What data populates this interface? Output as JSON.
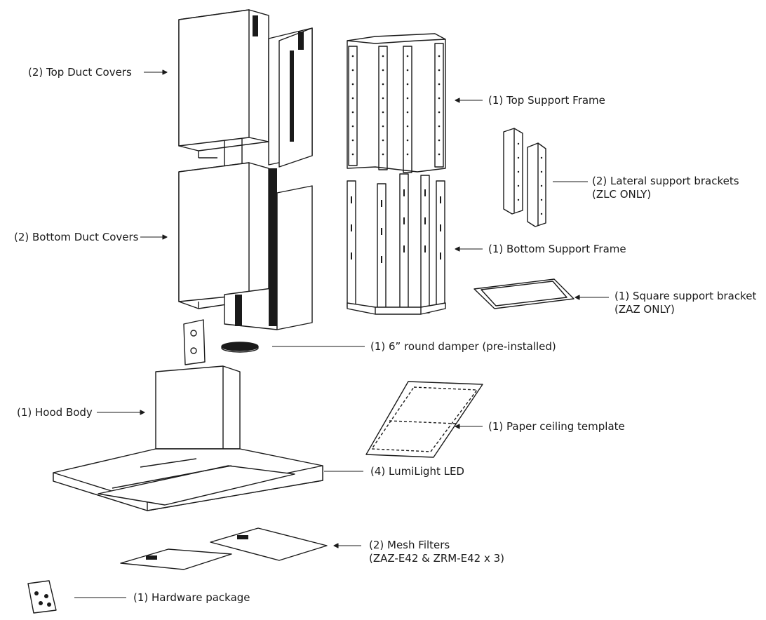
{
  "parts": {
    "top_duct_covers": "(2) Top Duct Covers",
    "top_support_frame": "(1) Top Support Frame",
    "lateral_brackets": {
      "line1": "(2) Lateral support brackets",
      "line2": "(ZLC ONLY)"
    },
    "bottom_duct_covers": "(2) Bottom Duct Covers",
    "bottom_support_frame": "(1) Bottom Support Frame",
    "square_bracket": {
      "line1": "(1) Square support bracket",
      "line2": "(ZAZ ONLY)"
    },
    "round_damper": "(1)  6” round damper (pre-installed)",
    "hood_body": "(1) Hood Body",
    "ceiling_template": "(1) Paper ceiling template",
    "lumilight_led": "(4) LumiLight LED",
    "mesh_filters": {
      "line1": "(2) Mesh Filters",
      "line2": "(ZAZ-E42 & ZRM-E42 x 3)"
    },
    "hardware_package": "(1) Hardware package"
  },
  "style": {
    "line_color": "#1a1a1a",
    "background": "#ffffff"
  }
}
